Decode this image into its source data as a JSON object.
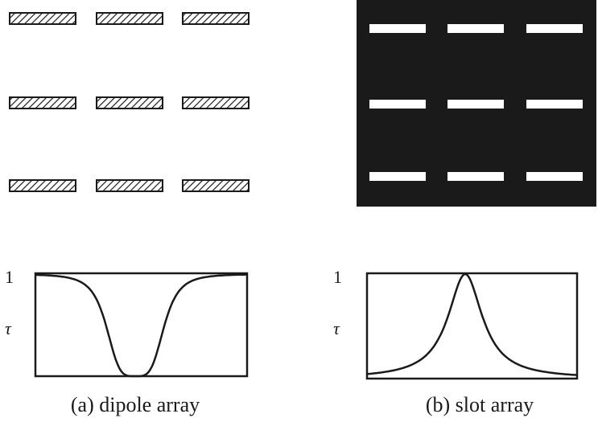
{
  "panels": {
    "a": {
      "caption": "(a) dipole array",
      "y_tick_label": "1",
      "y_axis_label": "τ",
      "curve_type": "dip",
      "grid": {
        "rows": 3,
        "cols": 3
      }
    },
    "b": {
      "caption": "(b) slot array",
      "y_tick_label": "1",
      "y_axis_label": "τ",
      "curve_type": "peak",
      "grid": {
        "rows": 3,
        "cols": 3
      }
    }
  },
  "colors": {
    "ink": "#1a1a1a",
    "screen": "#1a1a1a",
    "slot": "#ffffff",
    "hatch": "#1a1a1a"
  }
}
